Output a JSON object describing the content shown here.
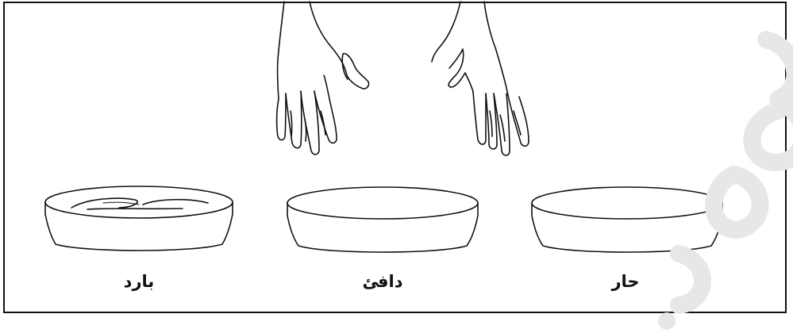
{
  "labels": {
    "cold": "بارد",
    "warm": "دافئ",
    "hot": "حار"
  },
  "watermark": {
    "text": ".com",
    "color": "#e9e9e9"
  }
}
